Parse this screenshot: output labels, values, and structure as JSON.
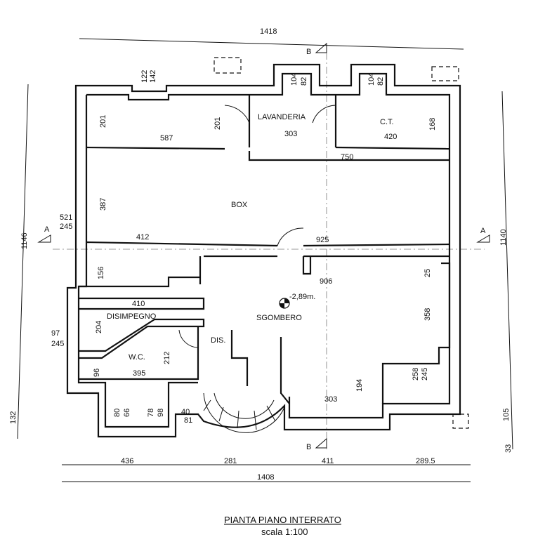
{
  "rooms": {
    "lavanderia": "LAVANDERIA",
    "ct": "C.T.",
    "box": "BOX",
    "sgombero": "SGOMBERO",
    "disimpegno": "DISIMPEGNO",
    "wc": "W.C.",
    "dis": "DIS."
  },
  "level": "-2,89m.",
  "section_marks": {
    "a": "A",
    "b": "B"
  },
  "dimensions": {
    "top_overall": "1418",
    "bottom_overall": "1408",
    "left_overall": "1146",
    "right_overall": "1140",
    "bottom_seg_1": "436",
    "bottom_seg_2": "281",
    "bottom_seg_3": "411",
    "bottom_seg_4": "289.5",
    "left_low": "132",
    "right_low_1": "105",
    "right_low_2": "33",
    "win_top_left_w": "122",
    "win_top_left_h": "142",
    "win_lav_w": "104",
    "win_lav_h": "82",
    "win_ct_w": "104",
    "win_ct_h": "82",
    "dim_201_a": "201",
    "dim_201_b": "201",
    "dim_587": "587",
    "dim_303_top": "303",
    "dim_420": "420",
    "dim_168": "168",
    "dim_750": "750",
    "dim_387": "387",
    "win_left_w": "521",
    "win_left_h": "245",
    "dim_412": "412",
    "dim_925": "925",
    "dim_156": "156",
    "dim_906": "906",
    "dim_25": "25",
    "dim_410": "410",
    "dim_358": "358",
    "dim_204": "204",
    "win_left2_w": "97",
    "win_left2_h": "245",
    "dim_212": "212",
    "dim_96": "96",
    "dim_395": "395",
    "win_right_w": "258",
    "win_right_h": "245",
    "dim_194": "194",
    "dim_303_bottom": "303",
    "win_b1_w": "80",
    "win_b1_h": "66",
    "win_b2_w": "78",
    "win_b2_h": "98",
    "dim_40": "40",
    "dim_81": "81"
  },
  "title": "PIANTA PIANO INTERRATO",
  "subtitle": "scala 1:100"
}
